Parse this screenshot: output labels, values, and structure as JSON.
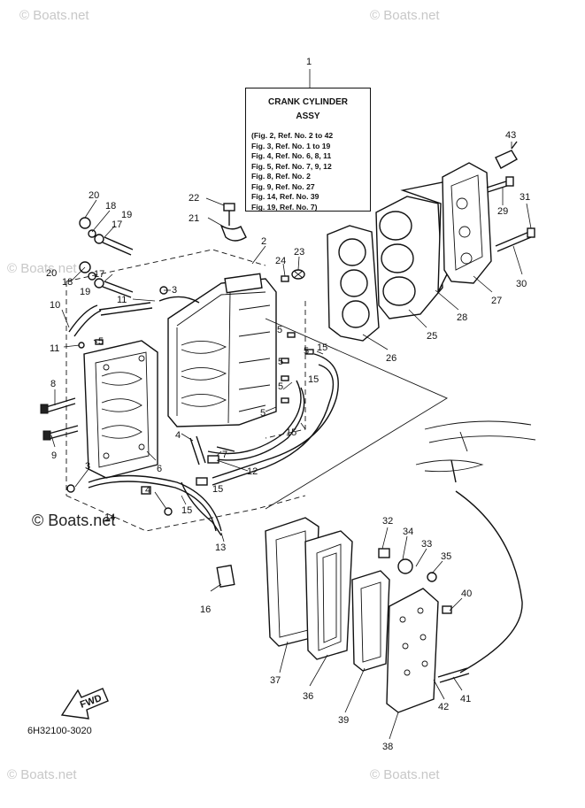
{
  "assembly": {
    "ref": "1",
    "title_line1": "CRANK CYLINDER",
    "title_line2": "ASSY",
    "figure_refs": [
      "(Fig. 2, Ref. No. 2 to 42",
      "Fig. 3, Ref. No. 1 to 19",
      "Fig. 4, Ref. No. 6, 8, 11",
      "Fig. 5, Ref. No. 7, 9, 12",
      "Fig. 8, Ref. No. 2",
      "Fig. 9, Ref. No. 27",
      "Fig. 14, Ref. No. 39",
      "Fig. 19, Ref. No. 7)"
    ]
  },
  "callouts": {
    "c1": "1",
    "c2": "2",
    "c3a": "3",
    "c3b": "3",
    "c4a": "4",
    "c4b": "4",
    "c5a": "5",
    "c5b": "5",
    "c5c": "5",
    "c5d": "5",
    "c5e": "5",
    "c5f": "5",
    "c6": "6",
    "c7": "7",
    "c8": "8",
    "c9": "9",
    "c10": "10",
    "c11a": "11",
    "c11b": "11",
    "c12": "12",
    "c13": "13",
    "c14": "14",
    "c15a": "15",
    "c15b": "15",
    "c15c": "15",
    "c15d": "15",
    "c15e": "15",
    "c16": "16",
    "c17a": "17",
    "c17b": "17",
    "c18a": "18",
    "c18b": "18",
    "c19a": "19",
    "c19b": "19",
    "c20a": "20",
    "c20b": "20",
    "c21": "21",
    "c22": "22",
    "c23": "23",
    "c24": "24",
    "c25": "25",
    "c26": "26",
    "c27": "27",
    "c28": "28",
    "c29": "29",
    "c30": "30",
    "c31": "31",
    "c32": "32",
    "c33": "33",
    "c34": "34",
    "c35": "35",
    "c36": "36",
    "c37": "37",
    "c38": "38",
    "c39": "39",
    "c40": "40",
    "c41": "41",
    "c42": "42",
    "c43": "43"
  },
  "fwd_label": "FWD",
  "diagram_code": "6H32100-3020",
  "watermark": "© Boats.net"
}
